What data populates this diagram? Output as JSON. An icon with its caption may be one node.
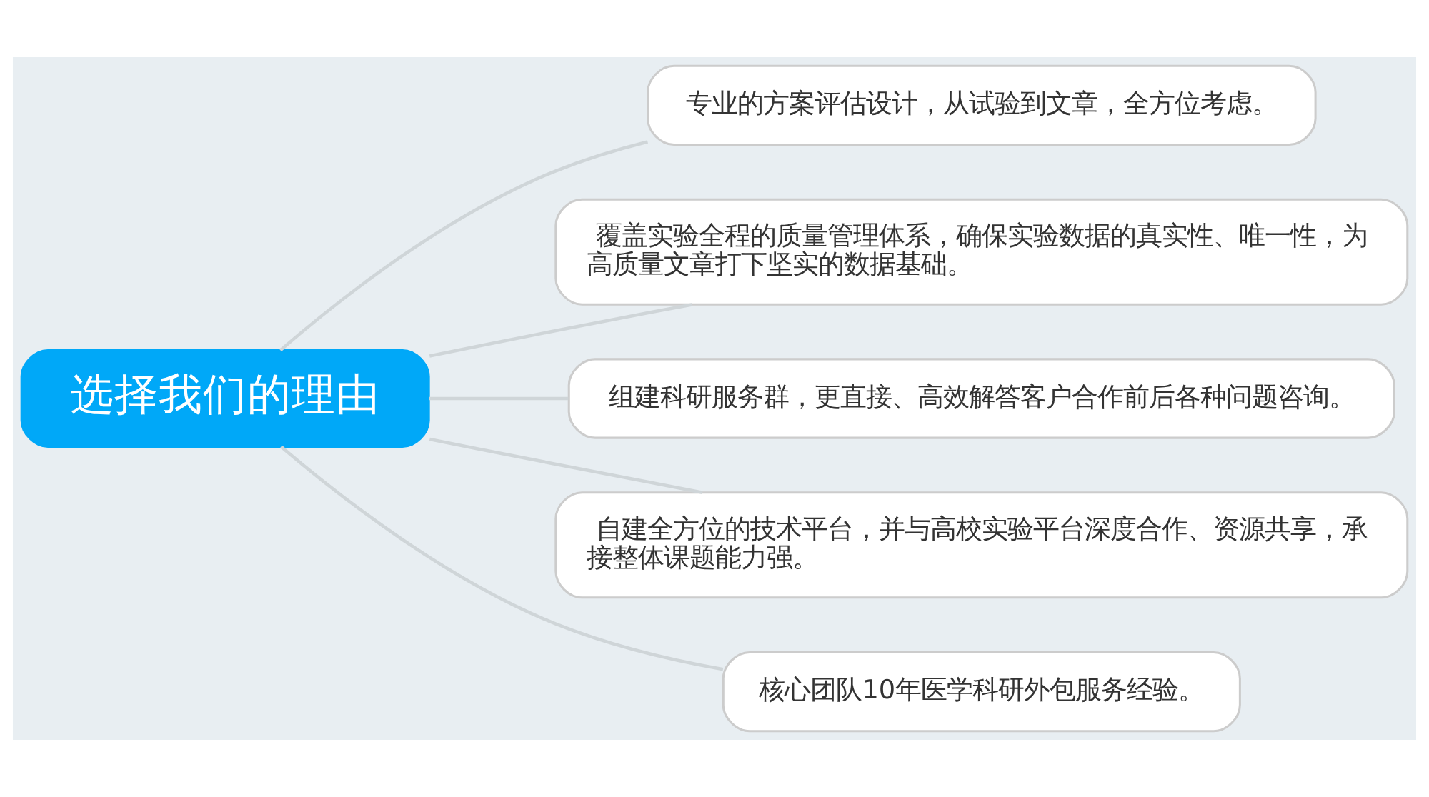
{
  "diagram": {
    "nodes": [
      {
        "text": [
          "选择我们的理由"
        ]
      },
      {
        "text": [
          "专业的方案评估设计，从试验到文章，全方位考虑。"
        ]
      },
      {
        "text": [
          "覆盖实验全程的质量管理体系，确保实验数据的真实性、唯一性，为高质量文章打下坚实的数据基础。"
        ]
      },
      {
        "text": [
          "组建科研服务群，更直接、高效解答客户合作前后各种问题咨询。"
        ]
      },
      {
        "text": [
          "自建全方位的技术平台，并与高校实验平台深度合作、资源共享，承接整体课题能力强。"
        ]
      },
      {
        "text": [
          "核心团队10年医学科研外包服务经验。"
        ]
      }
    ],
    "edges": [
      {
        "from": 0,
        "to": 1,
        "arrow": "none"
      },
      {
        "from": 0,
        "to": 2,
        "arrow": "none"
      },
      {
        "from": 0,
        "to": 3,
        "arrow": "none"
      },
      {
        "from": 0,
        "to": 4,
        "arrow": "none"
      },
      {
        "from": 0,
        "to": 5,
        "arrow": "none"
      }
    ]
  }
}
